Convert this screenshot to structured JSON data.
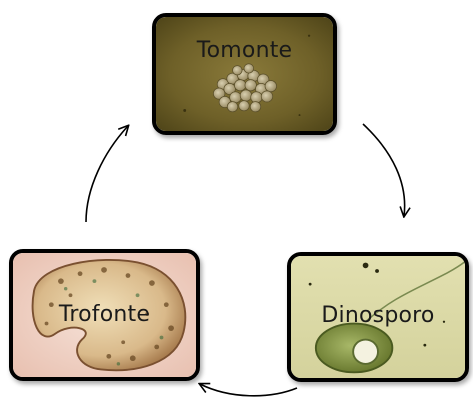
{
  "diagram": {
    "nodes": [
      {
        "id": "tomonte",
        "label": "Tomonte"
      },
      {
        "id": "dinosporo",
        "label": "Dinosporo"
      },
      {
        "id": "trofonte",
        "label": "Trofonte"
      }
    ],
    "edges": [
      {
        "from": "tomonte",
        "to": "dinosporo"
      },
      {
        "from": "dinosporo",
        "to": "trofonte"
      },
      {
        "from": "trofonte",
        "to": "tomonte"
      }
    ]
  }
}
